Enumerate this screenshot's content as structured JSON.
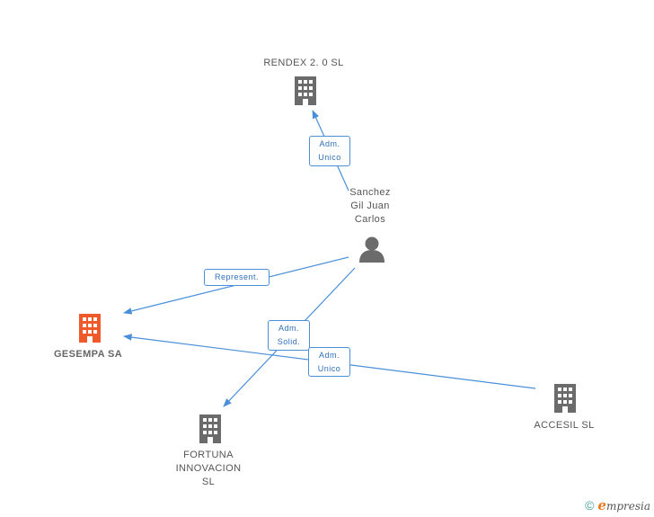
{
  "colors": {
    "edge": "#4a90d9",
    "icon": "#6b6b6b",
    "focus": "#ef5a2a",
    "tag_text": "#2f6fb8",
    "label": "#555555"
  },
  "nodes": {
    "rendex": {
      "label": "RENDEX 2. 0 SL",
      "icon": "building-icon"
    },
    "person": {
      "label_lines": [
        "Sanchez",
        "Gil Juan",
        "Carlos"
      ],
      "icon": "person-icon"
    },
    "gesempa": {
      "label": "GESEMPA SA",
      "icon": "building-icon"
    },
    "fortuna": {
      "label_lines": [
        "FORTUNA",
        "INNOVACION",
        "SL"
      ],
      "icon": "building-icon"
    },
    "accesil": {
      "label": "ACCESIL  SL",
      "icon": "building-icon"
    }
  },
  "edges": {
    "adm_unico_top": [
      "Adm.",
      "Unico"
    ],
    "represent": "Represent.",
    "adm_solid": [
      "Adm.",
      "Solid."
    ],
    "adm_unico_bottom": [
      "Adm.",
      "Unico"
    ]
  },
  "brand": {
    "copyright": "©",
    "initial": "e",
    "rest": "mpresia"
  }
}
